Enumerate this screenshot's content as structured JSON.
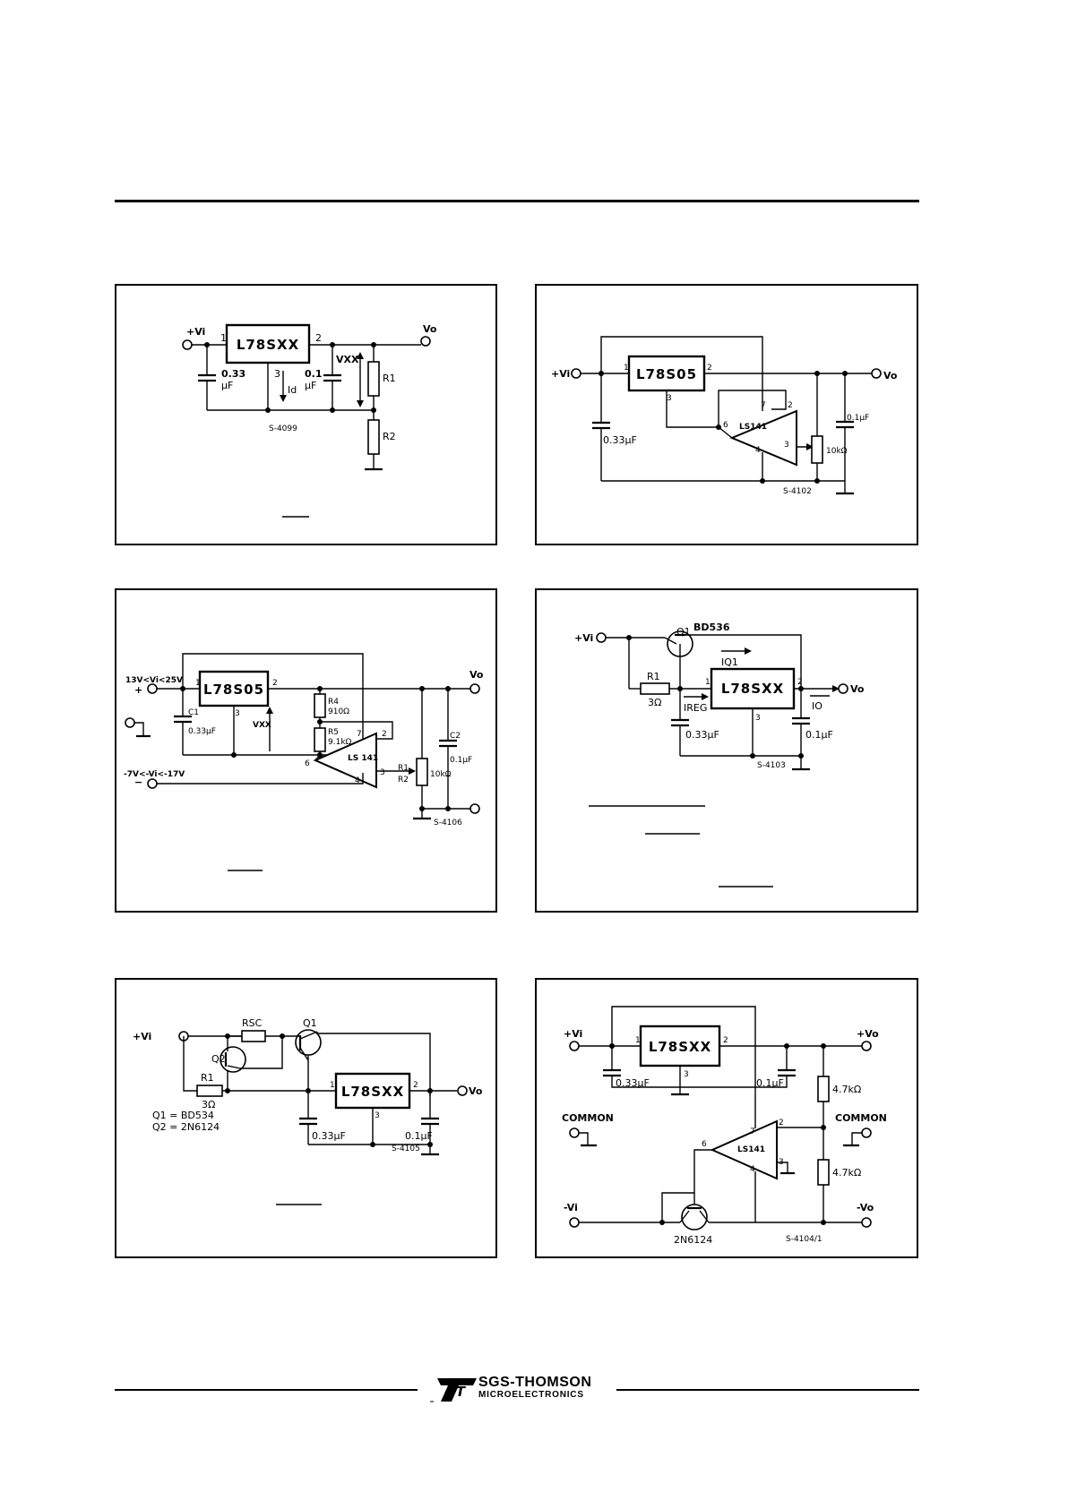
{
  "header": {},
  "figures": [
    {
      "chip": "L78SXX",
      "labels": [
        "+Vi",
        "Vo",
        "1",
        "2",
        "3",
        "0.33",
        "μF",
        "0.1",
        "μF",
        "VXX",
        "Id",
        "R1",
        "R2"
      ],
      "code": "S-4099"
    },
    {
      "chip": "L78S05",
      "opamp": "LS141",
      "labels": [
        "+Vi",
        "Vo",
        "1",
        "2",
        "3",
        "7",
        "2",
        "6",
        "4",
        "3",
        "0.33μF",
        "0.1μF",
        "10kΩ"
      ],
      "code": "S-4102"
    },
    {
      "chip": "L78S05",
      "opamp": "LS 141",
      "labels": [
        "13V<Vi<25V",
        "+",
        "1",
        "2",
        "3",
        "Vo",
        "C1",
        "0.33μF",
        "R4",
        "910Ω",
        "R5",
        "9.1kΩ",
        "VXX",
        "7",
        "2",
        "6",
        "4",
        "3",
        "R1",
        "R2",
        "10kΩ",
        "C2",
        "0.1μF",
        "-7V<-Vi<-17V",
        "−"
      ],
      "code": "S-4106"
    },
    {
      "chip": "L78SXX",
      "labels": [
        "+Vi",
        "Q1",
        "BD536",
        "IQ1",
        "R1",
        "3Ω",
        "IREG",
        "1",
        "2",
        "3",
        "Vo",
        "IO",
        "0.33μF",
        "0.1μF"
      ],
      "code": "S-4103"
    },
    {
      "chip": "L78SXX",
      "labels": [
        "+Vi",
        "RSC",
        "Q1",
        "Q2",
        "R1",
        "3Ω",
        "Q1 = BD534",
        "Q2 = 2N6124",
        "1",
        "2",
        "3",
        "Vo",
        "0.33μF",
        "0.1μF"
      ],
      "code": "S-4105"
    },
    {
      "chip": "L78SXX",
      "opamp": "LS141",
      "labels": [
        "+Vi",
        "1",
        "2",
        "3",
        "0.33μF",
        "0.1μF",
        "+Vo",
        "4.7kΩ",
        "4.7kΩ",
        "COMMON",
        "COMMON",
        "7",
        "2",
        "6",
        "4",
        "3",
        "-Vi",
        "-Vo",
        "2N6124"
      ],
      "code": "S-4104/1"
    }
  ],
  "footer": {
    "brand_line1": "SGS-THOMSON",
    "brand_line2": "MICROELECTRONICS",
    "logo_letters": "ST"
  }
}
